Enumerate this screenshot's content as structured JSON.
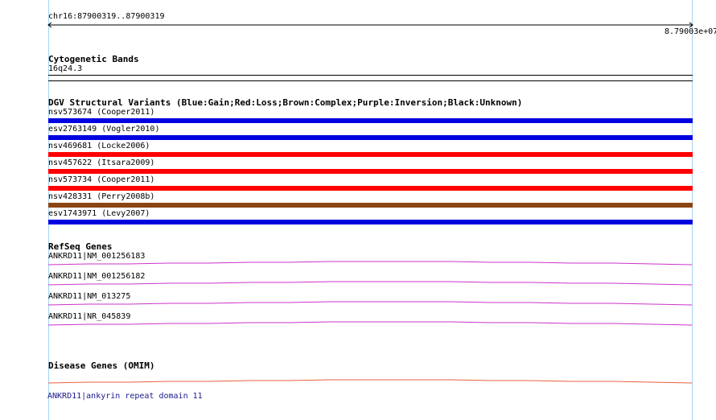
{
  "ruler": {
    "location": "chr16:87900319..87900319",
    "scale_label": "8.79003e+07"
  },
  "cytoband": {
    "title": "Cytogenetic Bands",
    "band": "16q24.3"
  },
  "dgv": {
    "title": "DGV Structural Variants (Blue:Gain;Red:Loss;Brown:Complex;Purple:Inversion;Black:Unknown)",
    "variants": [
      {
        "label": "nsv573674 (Cooper2011)",
        "color": "#0000e0"
      },
      {
        "label": "esv2763149 (Vogler2010)",
        "color": "#0000e0"
      },
      {
        "label": "nsv469681 (Locke2006)",
        "color": "#ff0000"
      },
      {
        "label": "nsv457622 (Itsara2009)",
        "color": "#ff0000"
      },
      {
        "label": "nsv573734 (Cooper2011)",
        "color": "#ff0000"
      },
      {
        "label": "nsv428331 (Perry2008b)",
        "color": "#8b4513"
      },
      {
        "label": "esv1743971 (Levy2007)",
        "color": "#0000e0"
      }
    ]
  },
  "refseq": {
    "title": "RefSeq Genes",
    "color": "#cc33cc",
    "genes": [
      {
        "label": "ANKRD11|NM_001256183"
      },
      {
        "label": "ANKRD11|NM_001256182"
      },
      {
        "label": "ANKRD11|NM_013275"
      },
      {
        "label": "ANKRD11|NR_045839"
      }
    ]
  },
  "omim": {
    "title": "Disease Genes (OMIM)",
    "color": "#e8603c",
    "gene_label": "ANKRD11|ankyrin repeat domain 11"
  }
}
